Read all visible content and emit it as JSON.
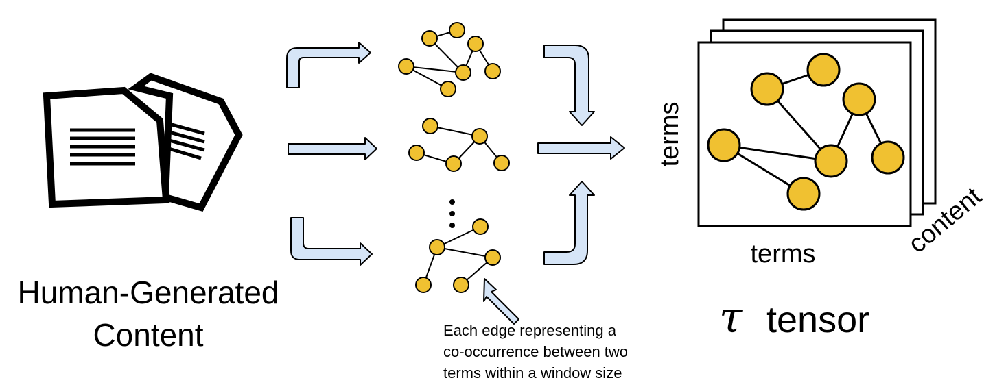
{
  "source": {
    "title_line1": "Human-Generated",
    "title_line2": "Content",
    "icon": "documents-icon"
  },
  "annotation": {
    "line1": "Each edge representing a",
    "line2": "co-occurrence between two",
    "line3": "terms within a window size"
  },
  "tensor": {
    "symbol": "τ",
    "label": "tensor",
    "axis_rows": "terms",
    "axis_cols": "terms",
    "axis_depth": "content"
  },
  "colors": {
    "node_fill": "#f0c131",
    "arrow_fill": "#d6e5f7",
    "stroke": "#000000"
  }
}
